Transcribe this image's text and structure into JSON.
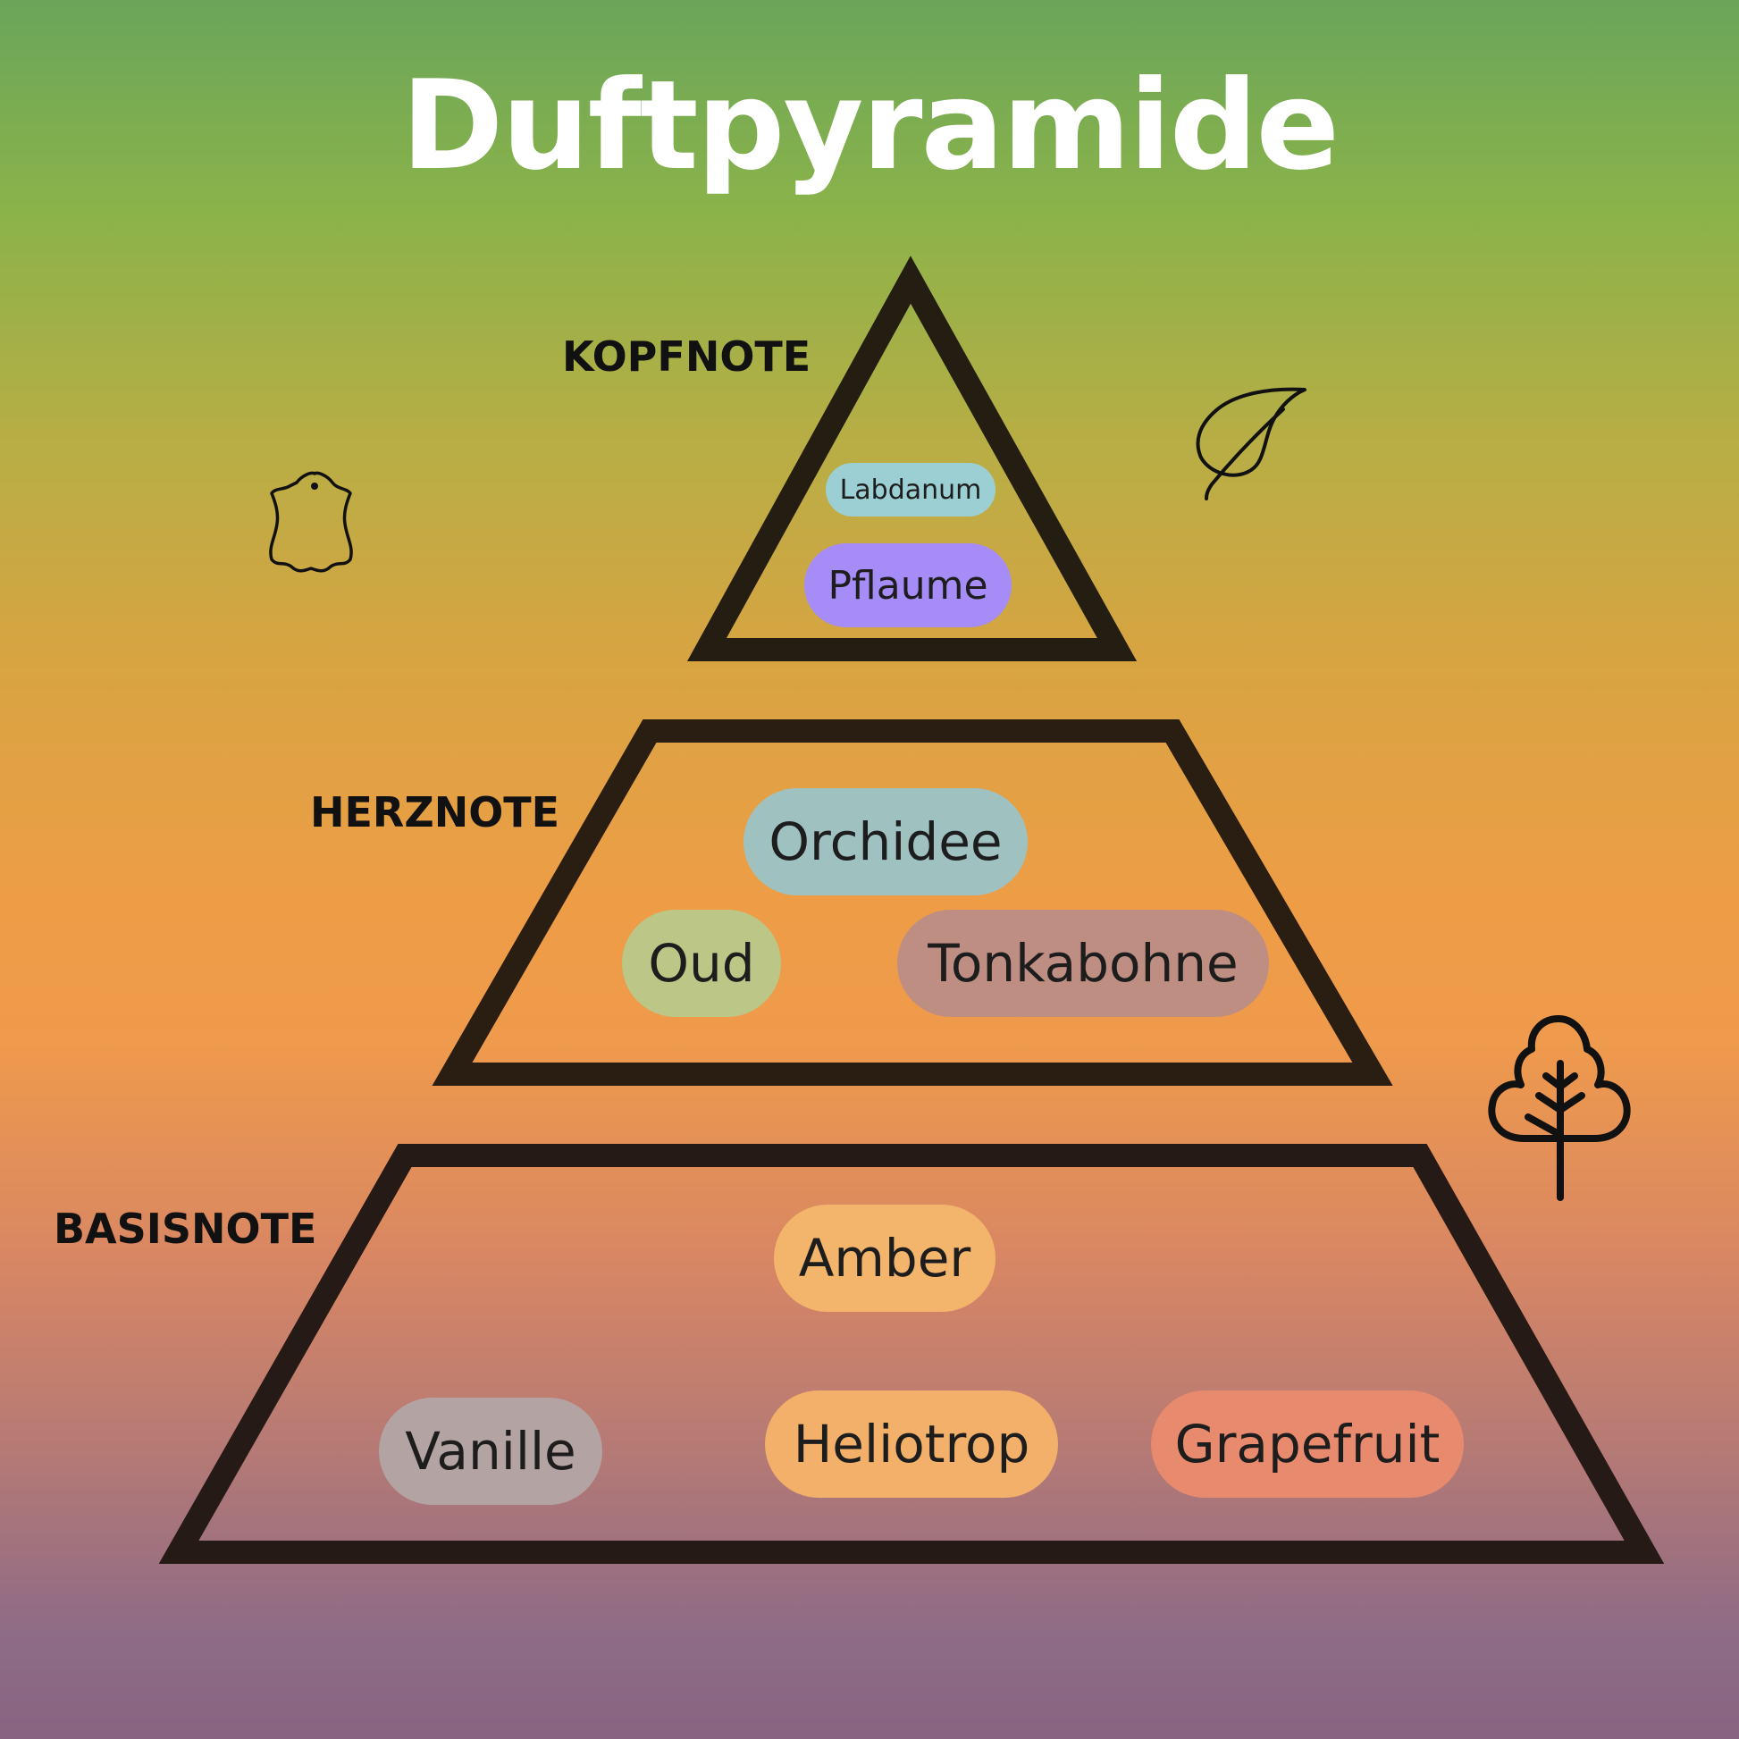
{
  "title": "Duftpyramide",
  "tiers": {
    "top": {
      "label": "KOPFNOTE",
      "notes": [
        {
          "name": "Labdanum",
          "color": "#9ccfd3"
        },
        {
          "name": "Pflaume",
          "color": "#a58cf6"
        }
      ]
    },
    "middle": {
      "label": "HERZNOTE",
      "notes": [
        {
          "name": "Orchidee",
          "color": "#9fc2c1"
        },
        {
          "name": "Oud",
          "color": "#bcc686"
        },
        {
          "name": "Tonkabohne",
          "color": "#bf8e82"
        }
      ]
    },
    "base": {
      "label": "BASISNOTE",
      "notes": [
        {
          "name": "Amber",
          "color": "#f3b46c"
        },
        {
          "name": "Vanille",
          "color": "#b3a4a3"
        },
        {
          "name": "Heliotrop",
          "color": "#f2b06a"
        },
        {
          "name": "Grapefruit",
          "color": "#e88a6e"
        }
      ]
    }
  },
  "icons": [
    "leather-icon",
    "leaf-icon",
    "tree-icon"
  ]
}
